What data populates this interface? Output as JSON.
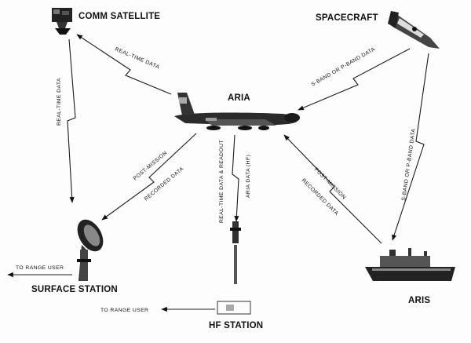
{
  "nodes": {
    "comm_satellite": "COMM SATELLITE",
    "spacecraft": "SPACECRAFT",
    "aria": "ARIA",
    "surface_station": "SURFACE STATION",
    "hf_station": "HF STATION",
    "aris": "ARIS"
  },
  "links": {
    "aria_to_satellite": "REAL-TIME DATA",
    "satellite_to_surface": "REAL-TIME DATA",
    "spacecraft_to_aria": "S-BAND OR P-BAND DATA",
    "spacecraft_to_aris": "S-BAND OR P-BAND DATA",
    "aria_to_surface_1": "POST-MISSION",
    "aria_to_surface_2": "RECORDED DATA",
    "aris_to_aria_1": "POST-MISSION",
    "aris_to_aria_2": "RECORDED DATA",
    "aria_to_hf_1": "REAL-TIME DATA & READOUT",
    "aria_to_hf_2": "ARIA DATA (HF)"
  },
  "outputs": {
    "surface_to_range": "TO RANGE USER",
    "hf_to_range": "TO RANGE USER"
  }
}
